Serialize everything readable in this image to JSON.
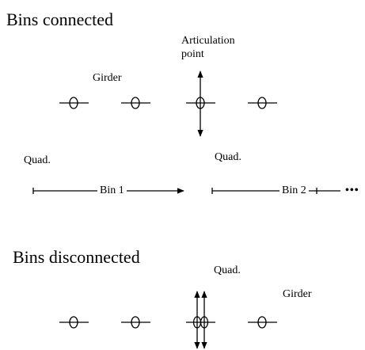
{
  "sections": {
    "connected": {
      "title": "Bins connected",
      "articulation_label": [
        "Articulation",
        "point"
      ],
      "girder_label": "Girder",
      "quad_left_label": "Quad.",
      "quad_right_label": "Quad.",
      "bin1_label": "Bin 1",
      "bin2_label": "Bin 2",
      "ellipsis": "•••"
    },
    "disconnected": {
      "title": "Bins disconnected",
      "quad_label": "Quad.",
      "girder_label": "Girder"
    }
  }
}
